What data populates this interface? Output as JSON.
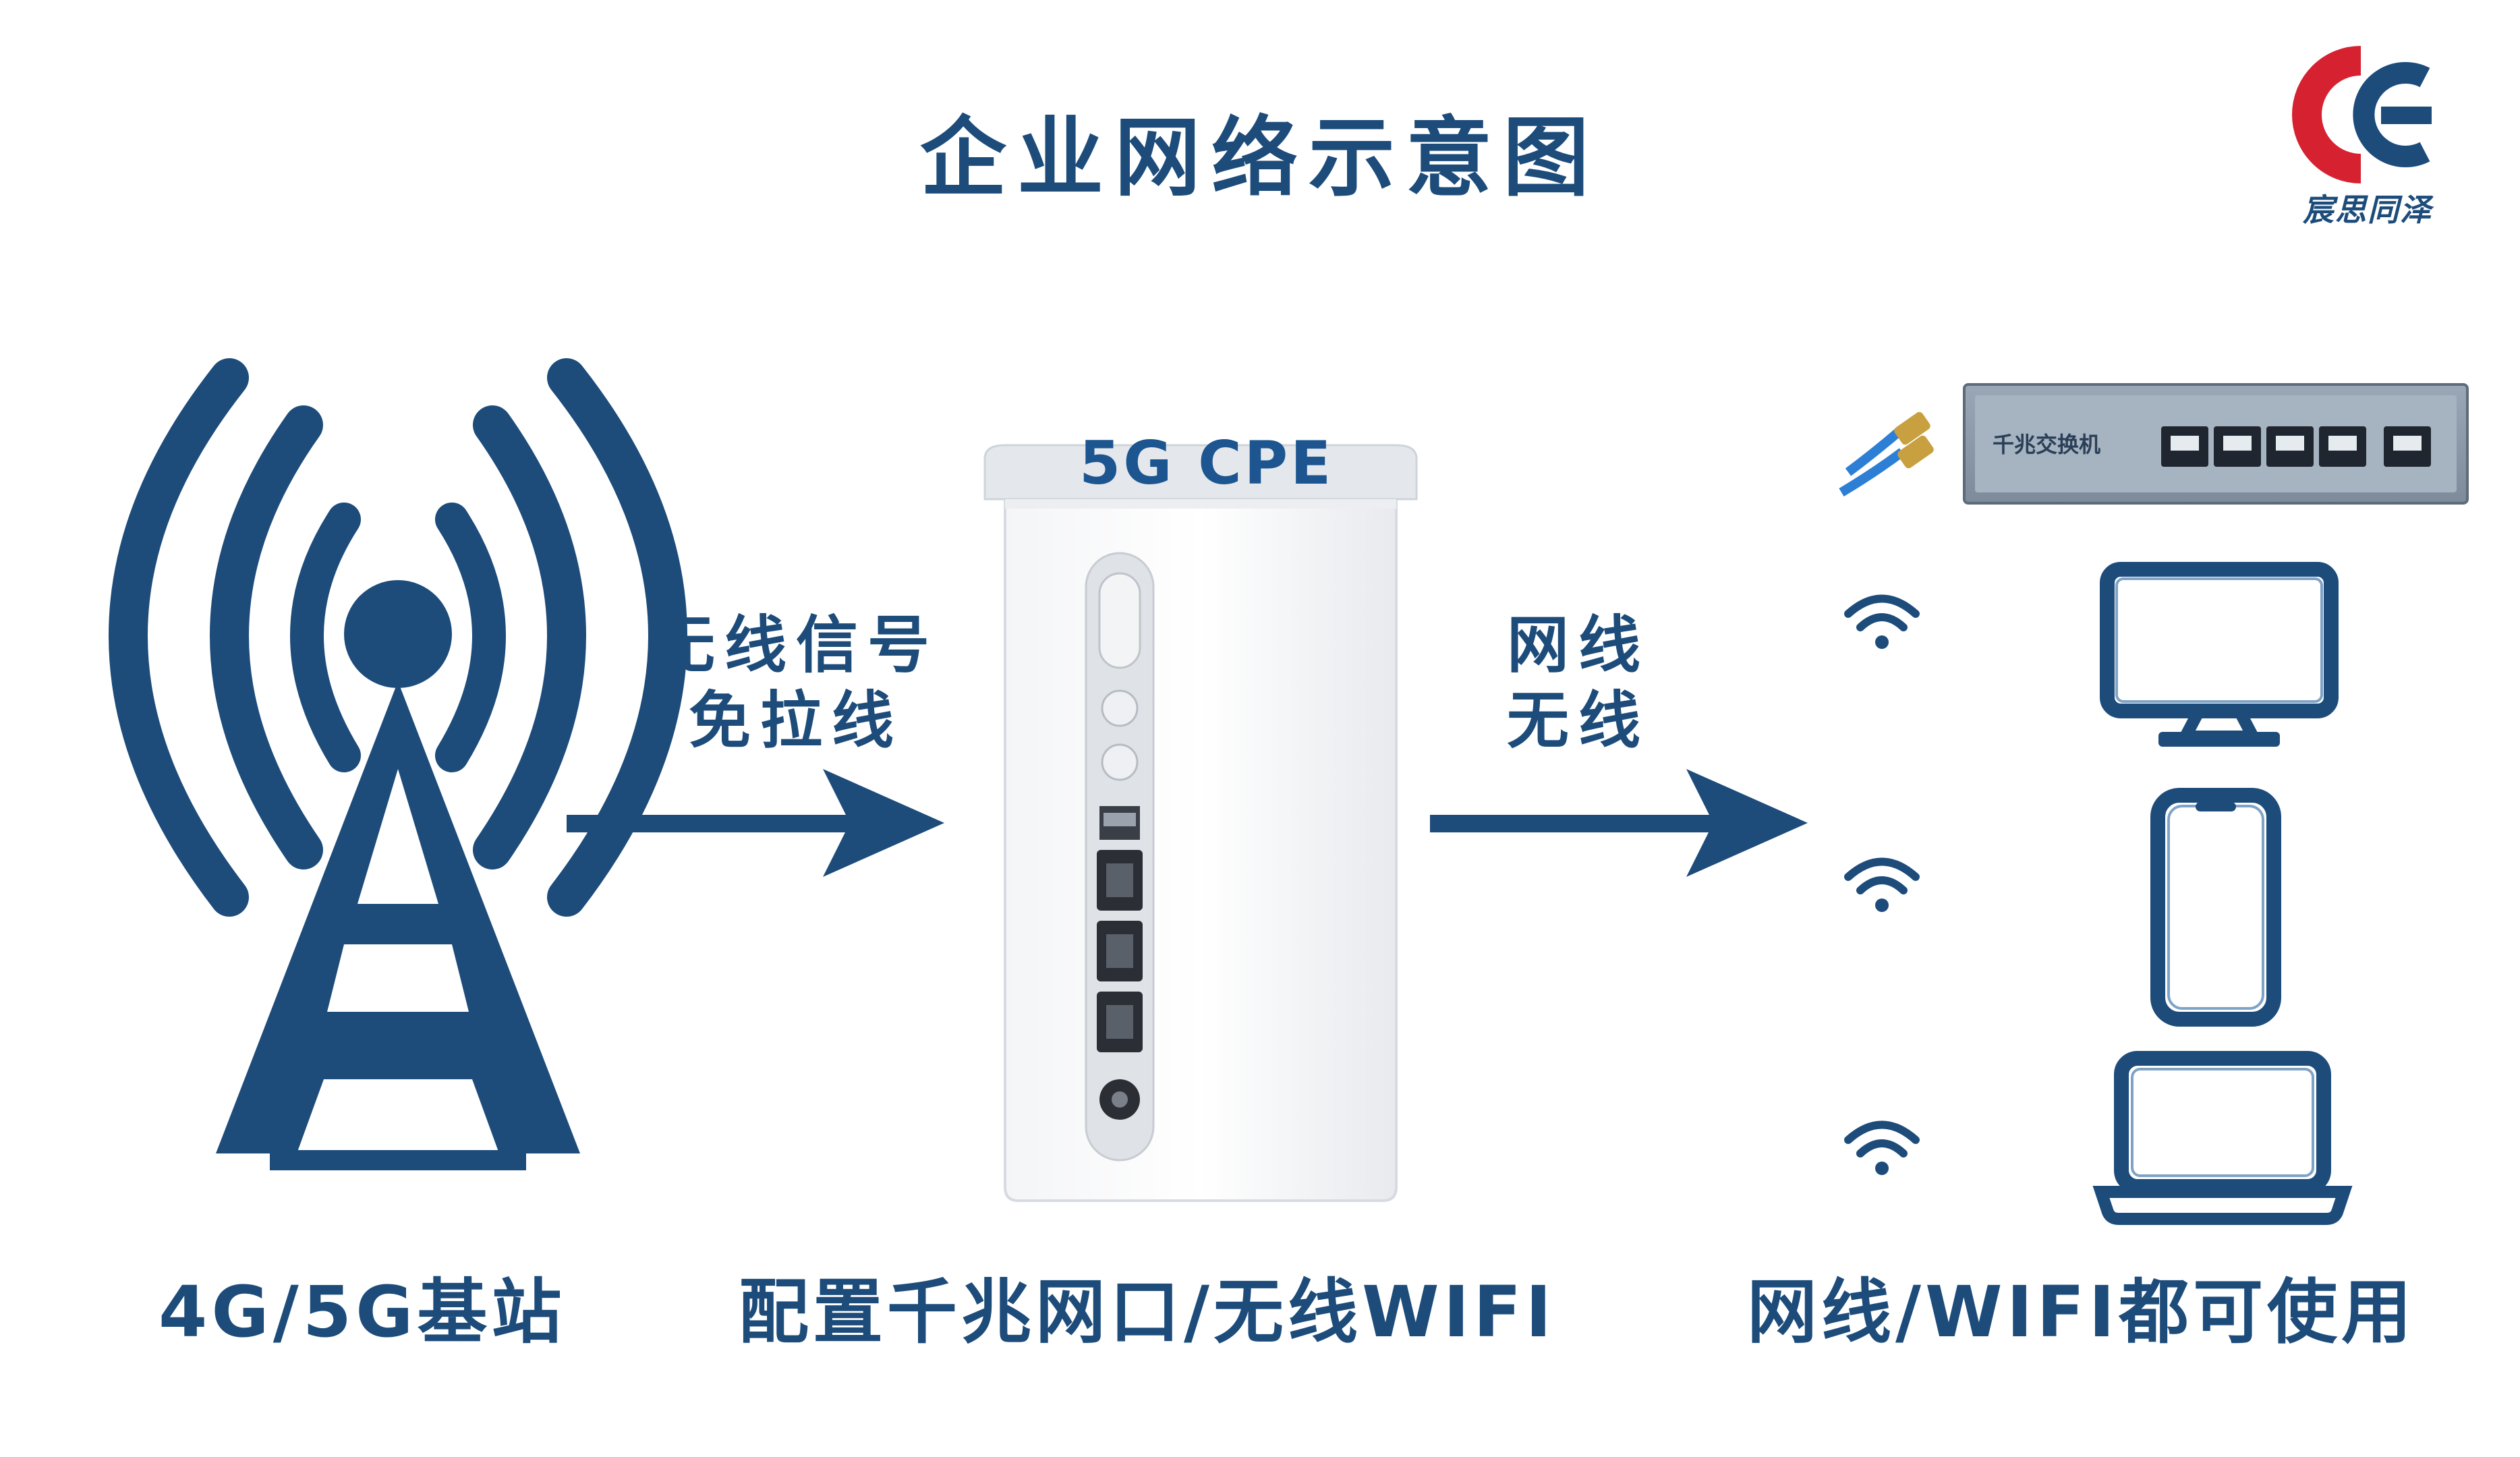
{
  "title": "企业网络示意图",
  "logo": {
    "mark": "CE",
    "text": "宸思同泽",
    "colors": {
      "c": "#d62230",
      "e": "#1d4c7b"
    }
  },
  "tower": {
    "label": "4G/5G基站",
    "icon": "cell-tower-icon"
  },
  "arrow_left": {
    "line1": "无线信号",
    "line2": "免拉线"
  },
  "cpe": {
    "label": "5G CPE",
    "caption": "配置千兆网口/无线WIFI",
    "icon": "router-icon"
  },
  "arrow_right": {
    "line1": "网线",
    "line2": "无线"
  },
  "switch": {
    "label": "千兆交换机"
  },
  "devices": {
    "caption": "网线/WIFI都可使用",
    "items": [
      {
        "name": "desktop-monitor",
        "icon": "monitor-icon"
      },
      {
        "name": "smartphone",
        "icon": "phone-icon"
      },
      {
        "name": "laptop",
        "icon": "laptop-icon"
      }
    ]
  },
  "colors": {
    "primary": "#1d4c7b",
    "switch_body": "#8a98a8"
  }
}
